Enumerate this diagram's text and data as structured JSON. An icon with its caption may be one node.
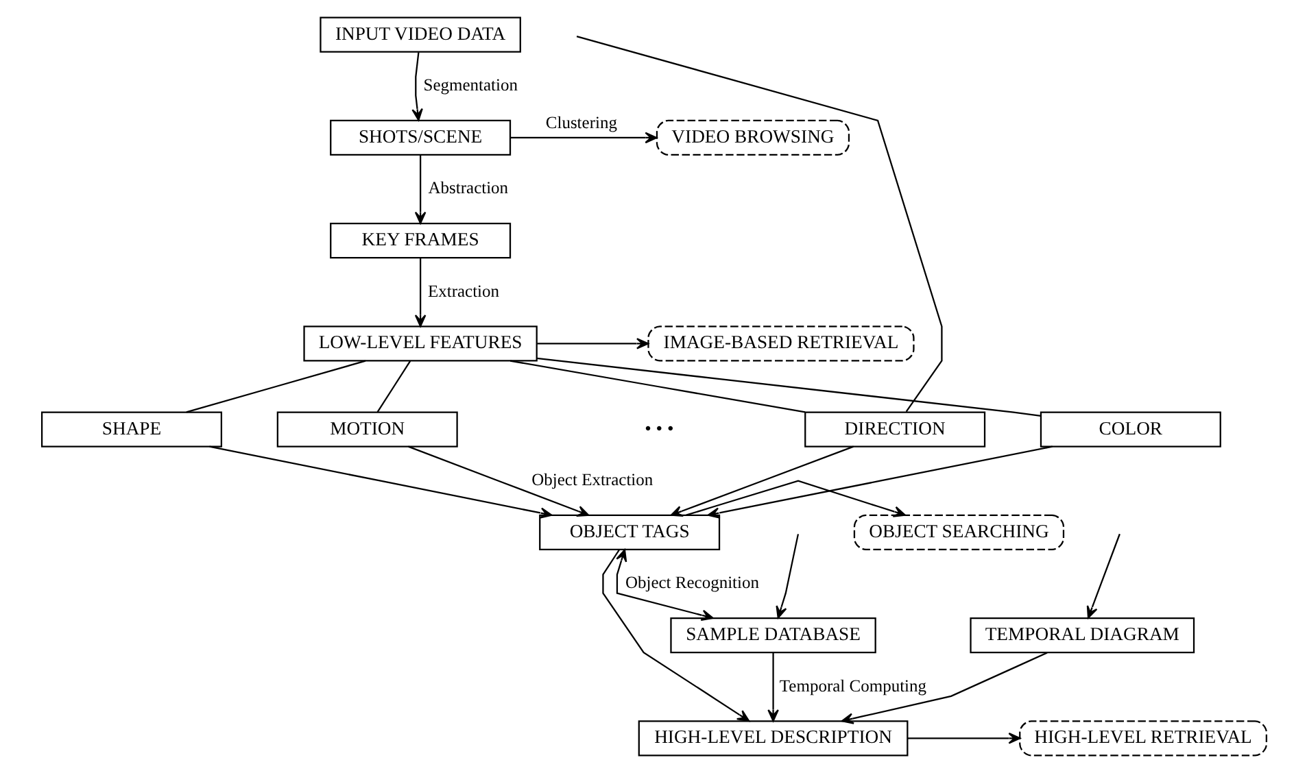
{
  "diagram": {
    "nodes": [
      {
        "text": [
          "INPUT VIDEO DATA"
        ]
      },
      {
        "text": [
          "VIDEO BROWSING"
        ]
      },
      {
        "text": [
          "SHOTS/SCENE"
        ]
      },
      {
        "text": [
          "KEY FRAMES"
        ]
      },
      {
        "text": [
          "IMAGE-BASED RETRIEVAL"
        ]
      },
      {
        "text": [
          "LOW-LEVEL FEATURES"
        ]
      },
      {
        "text": [
          "COLOR"
        ]
      },
      {
        "text": [
          "SHAPE"
        ]
      },
      {
        "text": [
          "MOTION"
        ]
      },
      {
        "text": [
          "DIRECTION"
        ]
      },
      {
        "text": [
          "OBJECT SEARCHING"
        ]
      },
      {
        "text": [
          "OBJECT TAGS"
        ]
      },
      {
        "text": [
          "SAMPLE DATABASE"
        ]
      },
      {
        "text": [
          "HIGH-LEVEL RETRIEVAL"
        ]
      },
      {
        "text": [
          "HIGH-LEVEL DESCRIPTION"
        ]
      },
      {
        "text": [
          "TEMPORAL DIAGRAM"
        ]
      }
    ],
    "edges": [
      {
        "from": 0,
        "to": 2,
        "arrow": "to",
        "label": "Segmentation"
      },
      {
        "from": 2,
        "to": 1,
        "arrow": "to",
        "label": "Clustering"
      },
      {
        "from": 2,
        "to": 3,
        "arrow": "to",
        "label": "Abstraction"
      },
      {
        "from": 3,
        "to": 5,
        "arrow": "to",
        "label": "Extraction"
      },
      {
        "from": 5,
        "to": 4,
        "arrow": "to"
      },
      {
        "from": 5,
        "to": 6,
        "arrow": "none"
      },
      {
        "from": 5,
        "to": 7,
        "arrow": "none"
      },
      {
        "from": 5,
        "to": 8,
        "arrow": "none"
      },
      {
        "from": 5,
        "to": 9,
        "arrow": "none"
      },
      {
        "from": 6,
        "to": 11,
        "arrow": "to"
      },
      {
        "from": 7,
        "to": 11,
        "arrow": "to"
      },
      {
        "from": 8,
        "to": 11,
        "arrow": "to",
        "label": "Object Extraction"
      },
      {
        "from": 9,
        "to": 11,
        "arrow": "to"
      },
      {
        "from": 9,
        "to": null,
        "arrow": "none"
      },
      {
        "from": 11,
        "to": 10,
        "arrow": "to"
      },
      {
        "from": 11,
        "to": 12,
        "arrow": "both",
        "label": "Object Recognition"
      },
      {
        "from": 11,
        "to": 14,
        "arrow": "to"
      },
      {
        "from": 12,
        "to": 14,
        "arrow": "to",
        "label": "Temporal Computing"
      },
      {
        "from": 15,
        "to": 14,
        "arrow": "to"
      },
      {
        "from": null,
        "to": 12,
        "arrow": "to"
      },
      {
        "from": null,
        "to": 15,
        "arrow": "to"
      },
      {
        "from": 14,
        "to": 13,
        "arrow": "to"
      }
    ],
    "labels": [
      "• • •"
    ]
  }
}
